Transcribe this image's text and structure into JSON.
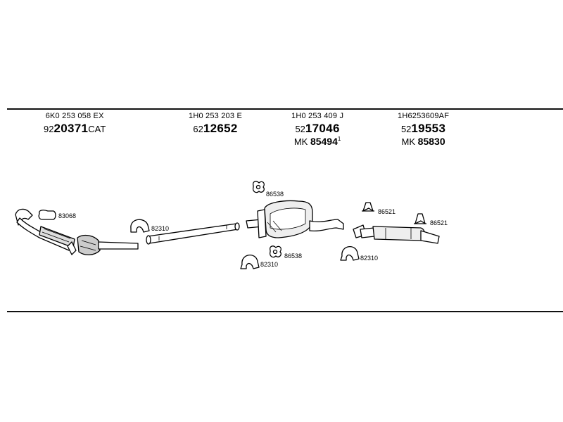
{
  "columns": [
    {
      "oe": "6K0 253 058 EX",
      "prefix": "92",
      "number": "20371",
      "suffix": "CAT",
      "mk_prefix": "",
      "mk_number": "",
      "mk_sup": ""
    },
    {
      "oe": "1H0 253 203 E",
      "prefix": "62",
      "number": "12652",
      "suffix": "",
      "mk_prefix": "",
      "mk_number": "",
      "mk_sup": ""
    },
    {
      "oe": "1H0 253 409 J",
      "prefix": "52",
      "number": "17046",
      "suffix": "",
      "mk_prefix": "MK",
      "mk_number": "85494",
      "mk_sup": "1"
    },
    {
      "oe": "1H6253609AF",
      "prefix": "52",
      "number": "19553",
      "suffix": "",
      "mk_prefix": "MK",
      "mk_number": "85830",
      "mk_sup": ""
    }
  ],
  "part_labels": {
    "gasket": "83068",
    "clamp_front": "82310",
    "hanger_top": "86538",
    "hanger_mid": "86538",
    "clamp_mid": "82310",
    "hanger_rear_left": "86521",
    "hanger_rear_right": "86521",
    "clamp_rear": "82310"
  }
}
